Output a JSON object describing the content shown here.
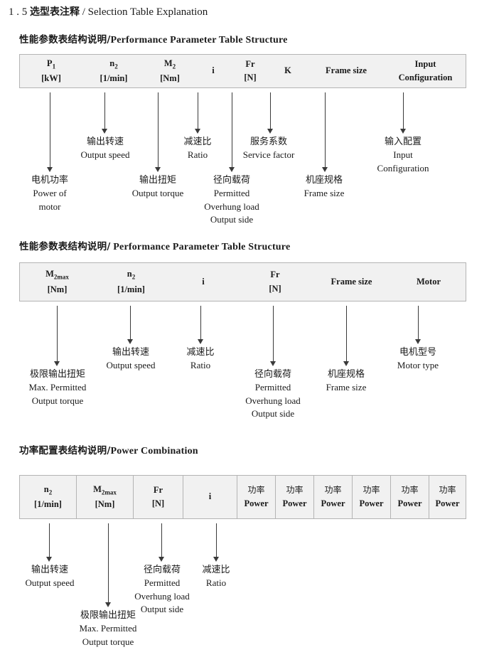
{
  "doc": {
    "section_number": "1 . 5",
    "title_cn": "选型表注释",
    "separator": "/",
    "title_en": "Selection Table Explanation"
  },
  "sections": [
    {
      "heading_cn": "性能参数表结构说明",
      "heading_sep": "/",
      "heading_en": "Performance Parameter Table Structure",
      "table": {
        "gridded": false,
        "columns": [
          {
            "symbol": "P",
            "subscript": "1",
            "unit": "[kW]"
          },
          {
            "symbol": "n",
            "subscript": "2",
            "unit": "[1/min]"
          },
          {
            "symbol": "M",
            "subscript": "2",
            "unit": "[Nm]"
          },
          {
            "symbol": "i",
            "subscript": "",
            "unit": ""
          },
          {
            "symbol": "Fr",
            "subscript": "",
            "unit": "[N]"
          },
          {
            "symbol": "K",
            "subscript": "",
            "unit": ""
          },
          {
            "symbol": "Frame size",
            "subscript": "",
            "unit": ""
          },
          {
            "symbol": "Input",
            "subscript": "",
            "unit": "Configuration"
          }
        ]
      },
      "notes": [
        {
          "cn": "电机功率",
          "en": [
            "Power of",
            "motor"
          ]
        },
        {
          "cn": "输出转速",
          "en": [
            "Output speed"
          ]
        },
        {
          "cn": "输出扭矩",
          "en": [
            "Output torque"
          ]
        },
        {
          "cn": "减速比",
          "en": [
            "Ratio"
          ]
        },
        {
          "cn": "径向载荷",
          "en": [
            "Permitted",
            "Overhung load",
            "Output side"
          ]
        },
        {
          "cn": "服务系数",
          "en": [
            "Service factor"
          ]
        },
        {
          "cn": "机座规格",
          "en": [
            "Frame size"
          ]
        },
        {
          "cn": "输入配置",
          "en": [
            "Input",
            "Configuration"
          ]
        }
      ]
    },
    {
      "heading_cn": "性能参数表结构说明",
      "heading_sep": "/",
      "heading_en": "Performance Parameter Table Structure",
      "table": {
        "gridded": false,
        "columns": [
          {
            "symbol": "M",
            "subscript": "2max",
            "unit": "[Nm]"
          },
          {
            "symbol": "n",
            "subscript": "2",
            "unit": "[1/min]"
          },
          {
            "symbol": "i",
            "subscript": "",
            "unit": ""
          },
          {
            "symbol": "Fr",
            "subscript": "",
            "unit": "[N]"
          },
          {
            "symbol": "Frame size",
            "subscript": "",
            "unit": ""
          },
          {
            "symbol": "Motor",
            "subscript": "",
            "unit": ""
          }
        ]
      },
      "notes": [
        {
          "cn": "极限输出扭矩",
          "en": [
            "Max. Permitted",
            "Output  torque"
          ]
        },
        {
          "cn": "输出转速",
          "en": [
            "Output speed"
          ]
        },
        {
          "cn": "减速比",
          "en": [
            "Ratio"
          ]
        },
        {
          "cn": "径向载荷",
          "en": [
            "Permitted",
            "Overhung load",
            "Output side"
          ]
        },
        {
          "cn": "机座规格",
          "en": [
            "Frame size"
          ]
        },
        {
          "cn": "电机型号",
          "en": [
            "Motor type"
          ]
        }
      ]
    },
    {
      "heading_cn": "功率配置表结构说明",
      "heading_sep": "/",
      "heading_en": "Power Combination",
      "table": {
        "gridded": true,
        "columns": [
          {
            "symbol": "n",
            "subscript": "2",
            "unit": "[1/min]"
          },
          {
            "symbol": "M",
            "subscript": "2max",
            "unit": "[Nm]"
          },
          {
            "symbol": "Fr",
            "subscript": "",
            "unit": "[N]"
          },
          {
            "symbol": "i",
            "subscript": "",
            "unit": ""
          },
          {
            "symbol_cn": "功率",
            "symbol": "",
            "subscript": "",
            "unit": "Power"
          },
          {
            "symbol_cn": "功率",
            "symbol": "",
            "subscript": "",
            "unit": "Power"
          },
          {
            "symbol_cn": "功率",
            "symbol": "",
            "subscript": "",
            "unit": "Power"
          },
          {
            "symbol_cn": "功率",
            "symbol": "",
            "subscript": "",
            "unit": "Power"
          },
          {
            "symbol_cn": "功率",
            "symbol": "",
            "subscript": "",
            "unit": "Power"
          },
          {
            "symbol_cn": "功率",
            "symbol": "",
            "subscript": "",
            "unit": "Power"
          }
        ]
      },
      "notes": [
        {
          "cn": "输出转速",
          "en": [
            "Output speed"
          ]
        },
        {
          "cn": "极限输出扭矩",
          "en": [
            "Max. Permitted",
            "Output  torque"
          ]
        },
        {
          "cn": "径向载荷",
          "en": [
            "Permitted",
            "Overhung load",
            "Output side"
          ]
        },
        {
          "cn": "减速比",
          "en": [
            "Ratio"
          ]
        }
      ]
    }
  ],
  "colors": {
    "table_fill": "#f1f1f1",
    "table_border": "#b4b4b4",
    "arrow": "#3a3a3a",
    "text": "#1a1a1a"
  }
}
